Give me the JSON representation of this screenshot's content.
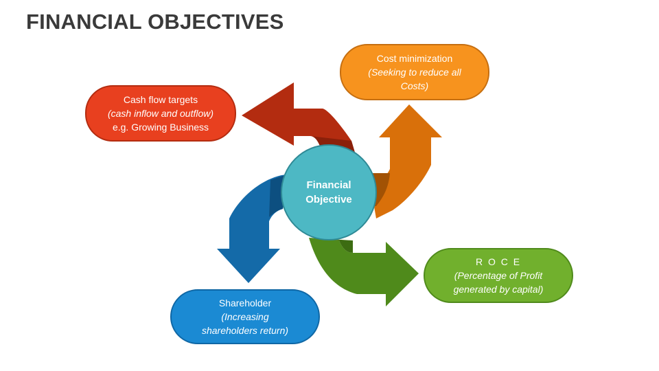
{
  "title": "FINANCIAL OBJECTIVES",
  "center": {
    "line1": "Financial",
    "line2": "Objective"
  },
  "nodes": {
    "cash_flow": {
      "line1": "Cash flow targets",
      "line2": "(cash inflow and outflow)",
      "line3": "e.g. Growing Business",
      "color": "#e8401f"
    },
    "cost": {
      "line1": "Cost minimization",
      "line2": "(Seeking to reduce all",
      "line3": "Costs)",
      "color": "#f7931e"
    },
    "roce": {
      "line1": "R O C E",
      "line2": "(Percentage of Profit",
      "line3": "generated by capital)",
      "color": "#71b02d"
    },
    "shareholder": {
      "line1": "Shareholder",
      "line2": "(Increasing",
      "line3": "shareholders return)",
      "color": "#1b8ad3"
    }
  },
  "center_color": "#4db8c4"
}
